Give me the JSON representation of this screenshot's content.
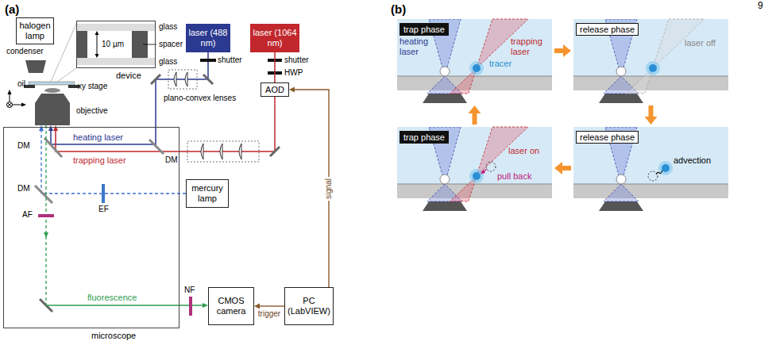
{
  "diagram": {
    "nodes": [
      {
        "text": [
          "halogen lamp"
        ]
      },
      {
        "text": [
          "device"
        ]
      },
      {
        "text": [
          "laser (488 nm)"
        ]
      },
      {
        "text": [
          "laser (1064 nm)"
        ]
      },
      {
        "text": [
          "AOD"
        ]
      },
      {
        "text": [
          "microscope"
        ]
      },
      {
        "text": [
          "mercury lamp"
        ]
      },
      {
        "text": [
          "CMOS camera"
        ]
      },
      {
        "text": [
          "PC (LabVIEW)"
        ]
      },
      {
        "text": [
          "trap phase"
        ]
      },
      {
        "text": [
          "release phase"
        ]
      },
      {
        "text": [
          "trap phase"
        ]
      },
      {
        "text": [
          "release phase"
        ]
      }
    ],
    "edges": [
      {
        "from": 8,
        "to": 4,
        "label": "signal",
        "arrow": "to"
      },
      {
        "from": 8,
        "to": 7,
        "label": "trigger",
        "arrow": "to"
      },
      {
        "from": 3,
        "to": 4,
        "arrow": "none"
      },
      {
        "from": 9,
        "to": 10,
        "arrow": "to"
      },
      {
        "from": 10,
        "to": 12,
        "arrow": "to"
      },
      {
        "from": 12,
        "to": 11,
        "arrow": "to"
      },
      {
        "from": 11,
        "to": 9,
        "arrow": "to"
      }
    ],
    "labels": [
      "(a)",
      "(b)",
      "9",
      "condenser",
      "oil",
      "xy stage",
      "objective",
      "glass",
      "10 µm",
      "spacer",
      "glass",
      "shutter",
      "shutter",
      "HWP",
      "plano-convex lenses",
      "heating laser",
      "trapping laser",
      "DM",
      "DM",
      "DM",
      "EF",
      "AF",
      "fluorescence",
      "NF",
      "heating laser",
      "trapping laser",
      "tracer",
      "laser off",
      "laser on",
      "pull back",
      "advection"
    ]
  }
}
